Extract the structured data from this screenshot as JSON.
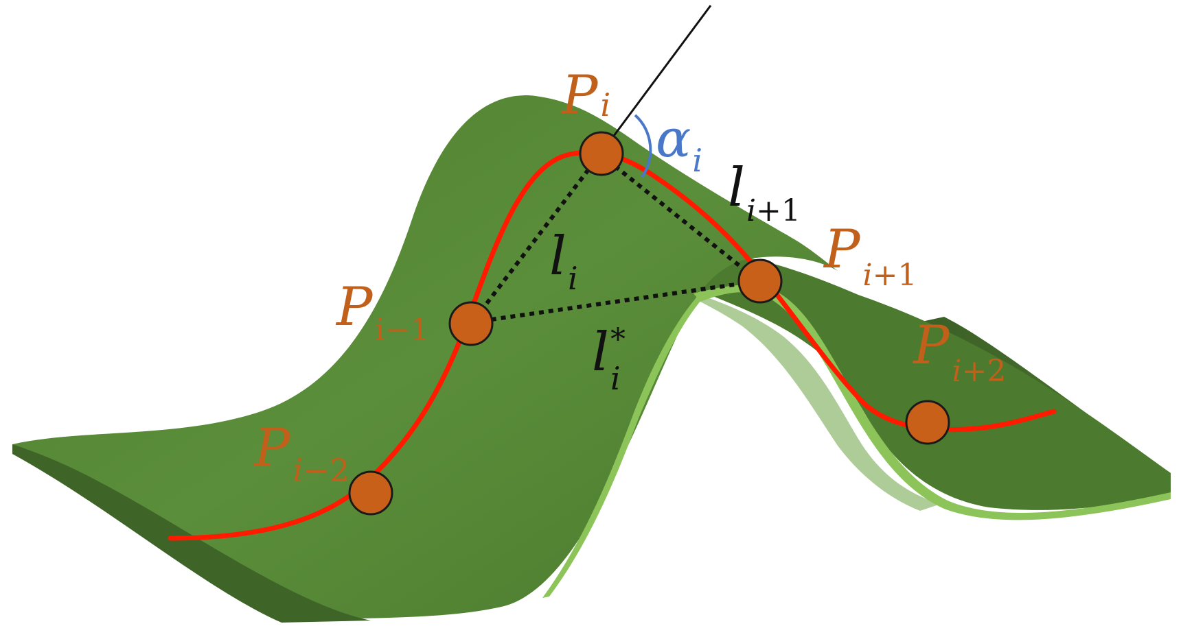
{
  "colors": {
    "surface_top": "#5a8a38",
    "surface_dark": "#3e6428",
    "surface_light_edge": "#8cc45a",
    "curve": "#ff1a00",
    "node_fill": "#c8601a",
    "node_stroke": "#1a1a1a",
    "angle_arc": "#4a78c8",
    "label_point": "#c0601a",
    "label_segment": "#111111"
  },
  "points": [
    {
      "id": "p-im2",
      "symbol": "P",
      "sub_italic": "i",
      "sub_rest": "−2"
    },
    {
      "id": "p-im1",
      "symbol": "P",
      "sub_italic": "",
      "sub_rest": "i−1"
    },
    {
      "id": "p-i",
      "symbol": "P",
      "sub_italic": "i",
      "sub_rest": ""
    },
    {
      "id": "p-ip1",
      "symbol": "P",
      "sub_italic": "i",
      "sub_rest": "+1"
    },
    {
      "id": "p-ip2",
      "symbol": "P",
      "sub_italic": "i",
      "sub_rest": "+2"
    }
  ],
  "segments": {
    "l_i": {
      "symbol": "l",
      "sub": "i"
    },
    "l_ip1": {
      "symbol": "l",
      "sub_italic": "i",
      "sub_rest": "+1"
    },
    "l_star": {
      "symbol": "l",
      "sub": "i",
      "sup": "*"
    }
  },
  "angle": {
    "symbol": "α",
    "sub": "i"
  }
}
